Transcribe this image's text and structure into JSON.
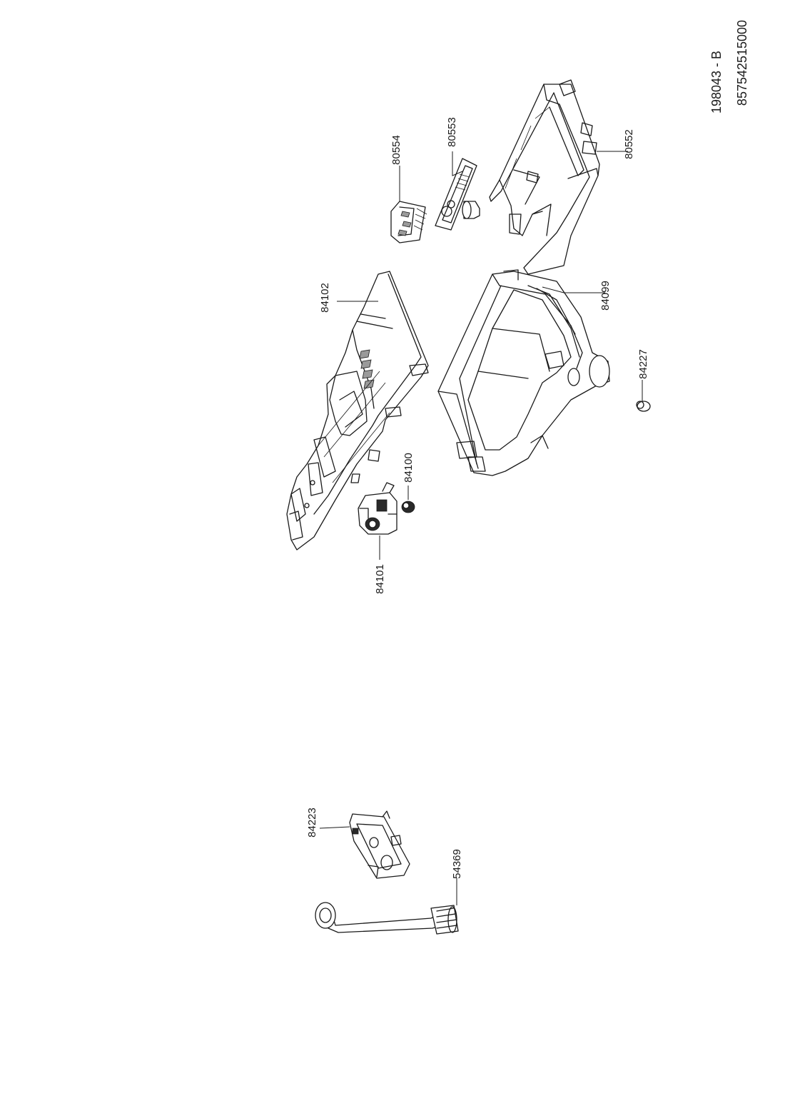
{
  "header": {
    "drawing_code": "198043 - B",
    "product_number": "857542515000"
  },
  "labels": {
    "p80554": "80554",
    "p80553": "80553",
    "p80552": "80552",
    "p84102": "84102",
    "p84099": "84099",
    "p84227": "84227",
    "p84100": "84100",
    "p84101": "84101",
    "p84223": "84223",
    "p54369": "54369"
  }
}
